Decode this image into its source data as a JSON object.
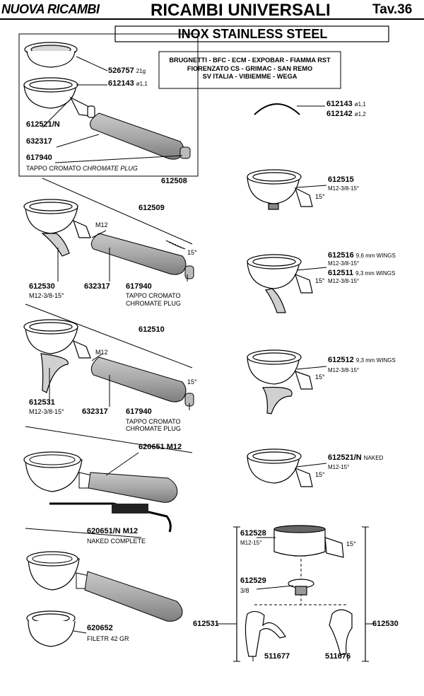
{
  "header": {
    "brand": "NUOVA RICAMBI",
    "title": "RICAMBI UNIVERSALI",
    "tav": "Tav.36",
    "subtitle": "INOX STAINLESS STEEL"
  },
  "brands_box": {
    "line1": "BRUGNETTI - BFC - ECM - EXPOBAR - FIAMMA RST",
    "line2": "FIORENZATO CS - GRIMAC - SAN REMO",
    "line3": "SV ITALIA - VIBIEMME - WEGA"
  },
  "group_612508": {
    "code": "612508",
    "parts": [
      {
        "code": "526757",
        "note": "21g"
      },
      {
        "code": "612143",
        "note": "ø1,1"
      },
      {
        "code": "612521/N",
        "note": ""
      },
      {
        "code": "632317",
        "note": ""
      },
      {
        "code": "617940",
        "note": ""
      }
    ],
    "plug_it": "TAPPO CROMATO",
    "plug_en": "CHROMATE PLUG"
  },
  "spring": {
    "a_code": "612143",
    "a_note": "ø1,1",
    "b_code": "612142",
    "b_note": "ø1,2"
  },
  "holder_612515": {
    "code": "612515",
    "spec": "M12-3/8-15°",
    "angle": "15°"
  },
  "holder_612516": {
    "code1": "612516",
    "note1": "9,6 mm WINGS",
    "spec1": "M12-3/8-15°",
    "code2": "612511",
    "note2": "9,3 mm WINGS",
    "spec2": "M12-3/8-15°",
    "angle": "15°"
  },
  "holder_612512": {
    "code": "612512",
    "note": "9,3 mm WINGS",
    "spec": "M12-3/8-15°",
    "angle": "15°"
  },
  "holder_612521N": {
    "code": "612521/N",
    "note": "NAKED",
    "spec": "M12-15°",
    "angle": "15°"
  },
  "group_612509": {
    "code": "612509",
    "thread": "M12",
    "angle": "15°",
    "holder_code": "612530",
    "holder_spec": "M12-3/8-15°",
    "handle_code": "632317",
    "plug_code": "617940",
    "plug_it": "TAPPO CROMATO",
    "plug_en": "CHROMATE PLUG"
  },
  "group_612510": {
    "code": "612510",
    "thread": "M12",
    "angle": "15°",
    "holder_code": "612531",
    "holder_spec": "M12-3/8-15°",
    "handle_code": "632317",
    "plug_code": "617940",
    "plug_it": "TAPPO CROMATO",
    "plug_en": "CHROMATE PLUG"
  },
  "group_620651": {
    "code": "620651 M12"
  },
  "group_620651N": {
    "code": "620651/N M12",
    "desc": "NAKED COMPLETE"
  },
  "filter_620652": {
    "code": "620652",
    "desc": "FILETR 42 GR"
  },
  "bottom_box": {
    "top_code": "612528",
    "top_spec": "M12-15°",
    "angle": "15°",
    "mid_code": "612529",
    "mid_spec": "3/8",
    "left_code": "612531",
    "right_code": "612530",
    "wing_left": "511677",
    "wing_right": "511676"
  }
}
